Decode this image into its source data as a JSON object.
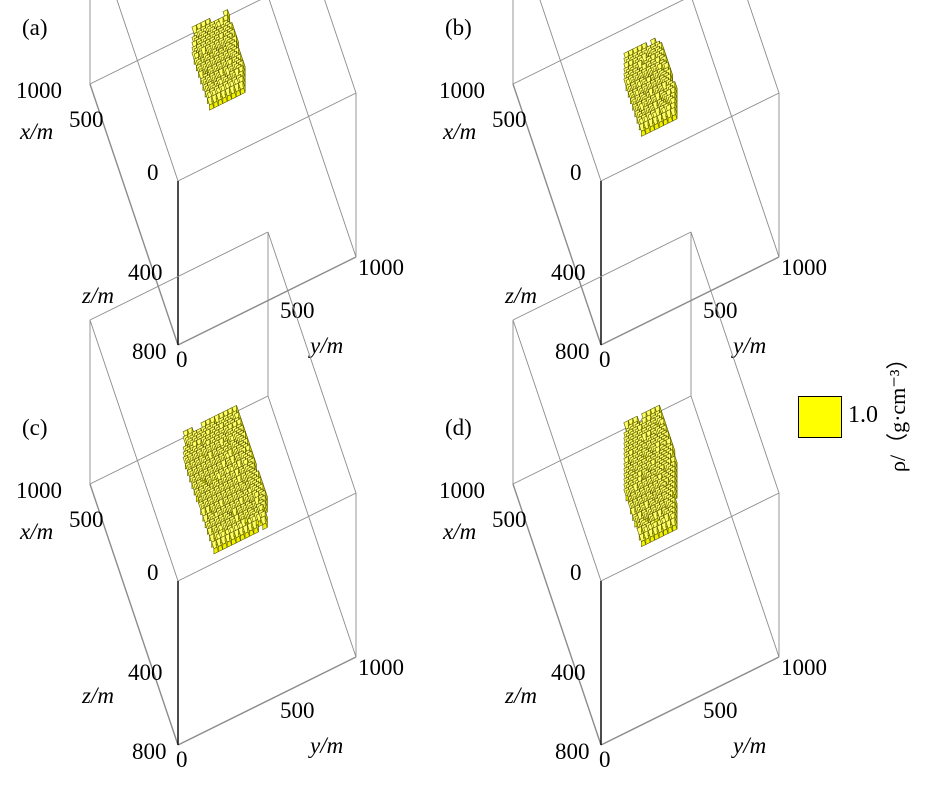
{
  "chart_data": [
    {
      "type": "scatter",
      "panel_label": "(a)",
      "xlabel": "x/m",
      "ylabel": "y/m",
      "zlabel": "z/m",
      "x_ticks": [
        "1000",
        "500",
        "0"
      ],
      "y_ticks": [
        "0",
        "500",
        "1000"
      ],
      "z_ticks": [
        "400",
        "800"
      ],
      "xlim": [
        0,
        1000
      ],
      "ylim": [
        0,
        1000
      ],
      "zlim": [
        0,
        800
      ],
      "body": {
        "x_range": [
          350,
          550
        ],
        "y_range": [
          350,
          550
        ],
        "z_range": [
          100,
          250
        ],
        "color": "#ffff00"
      }
    },
    {
      "type": "scatter",
      "panel_label": "(b)",
      "xlabel": "x/m",
      "ylabel": "y/m",
      "zlabel": "z/m",
      "x_ticks": [
        "1000",
        "500",
        "0"
      ],
      "y_ticks": [
        "0",
        "500",
        "1000"
      ],
      "z_ticks": [
        "400",
        "800"
      ],
      "xlim": [
        0,
        1000
      ],
      "ylim": [
        0,
        1000
      ],
      "zlim": [
        0,
        800
      ],
      "body": {
        "x_range": [
          350,
          550
        ],
        "y_range": [
          400,
          600
        ],
        "z_range": [
          250,
          400
        ],
        "color": "#ffff00"
      }
    },
    {
      "type": "scatter",
      "panel_label": "(c)",
      "xlabel": "x/m",
      "ylabel": "y/m",
      "zlabel": "z/m",
      "x_ticks": [
        "1000",
        "500",
        "0"
      ],
      "y_ticks": [
        "0",
        "500",
        "1000"
      ],
      "z_ticks": [
        "400",
        "800"
      ],
      "xlim": [
        0,
        1000
      ],
      "ylim": [
        0,
        1000
      ],
      "zlim": [
        0,
        800
      ],
      "body": {
        "x_range": [
          300,
          650
        ],
        "y_range": [
          350,
          650
        ],
        "z_range": [
          250,
          400
        ],
        "color": "#ffff00"
      }
    },
    {
      "type": "scatter",
      "panel_label": "(d)",
      "xlabel": "x/m",
      "ylabel": "y/m",
      "zlabel": "z/m",
      "x_ticks": [
        "1000",
        "500",
        "0"
      ],
      "y_ticks": [
        "0",
        "500",
        "1000"
      ],
      "z_ticks": [
        "400",
        "800"
      ],
      "xlim": [
        0,
        1000
      ],
      "ylim": [
        0,
        1000
      ],
      "zlim": [
        0,
        800
      ],
      "body": {
        "x_range": [
          350,
          550
        ],
        "y_range": [
          400,
          600
        ],
        "z_range": [
          100,
          450
        ],
        "color": "#ffff00"
      }
    }
  ],
  "legend": {
    "title": "ρ/（g·cm⁻³）",
    "value": "1.0",
    "color": "#ffff00"
  }
}
